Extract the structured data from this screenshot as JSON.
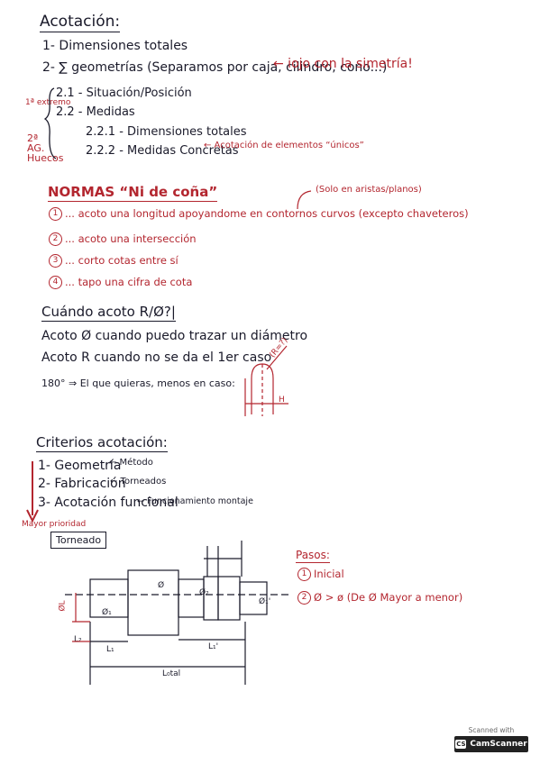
{
  "title": "Acotación:",
  "items1": [
    "1- Dimensiones totales",
    "2- ∑ geometrías (Separamos por caja, cilindro, cono...)"
  ],
  "arrow_note": "← iojo con la simetría!",
  "brace_left": [
    "1ª extremo",
    "2ª AG. Huecos"
  ],
  "sub": [
    "2.1 - Situación/Posición",
    "2.2 - Medidas",
    "2.2.1 - Dimensiones totales",
    "2.2.2 - Medidas Concretas"
  ],
  "sub_note": "← Acotación de elementos “únicos”",
  "normas": {
    "title": "NORMAS “Ni de coña”",
    "top_note": "(Solo en aristas/planos)",
    "items": [
      {
        "num": "1",
        "text": "... acoto una longitud apoyandome en contornos curvos (excepto chaveteros)"
      },
      {
        "num": "2",
        "text": "... acoto una intersección"
      },
      {
        "num": "3",
        "text": "... corto cotas entre sí"
      },
      {
        "num": "4",
        "text": "... tapo una cifra de cota"
      }
    ]
  },
  "cuando": {
    "title": "Cuándo acoto R/Ø?|",
    "lines": [
      "Acoto Ø cuando puedo trazar un diámetro",
      "Acoto R cuando no se da el 1er caso",
      "180° ⇒ El que quieras, menos en caso:"
    ],
    "fig_labels": {
      "r": "(R=?)",
      "h": "H"
    }
  },
  "criterios": {
    "title": "Criterios acotación:",
    "items": [
      "1- Geometría",
      "2- Fabricación",
      "3- Acotación funcional"
    ],
    "notes": [
      "← Método",
      "← Torneados",
      "← Funcionamiento montaje"
    ],
    "priority": "Mayor prioridad",
    "boxed": "Torneado"
  },
  "pasos": {
    "title": "Pasos:",
    "items": [
      {
        "num": "1",
        "text": "Inicial"
      },
      {
        "num": "2",
        "text": "Ø > ø  (De Ø Mayor a menor)"
      }
    ]
  },
  "drawing_labels": {
    "d1": "Ø₁",
    "d": "Ø",
    "d2": "Ø₂",
    "d3": "Ø₁'",
    "l1": "L₁",
    "l2": "L₂",
    "l3": "L₁'",
    "ltot": "L₀tal",
    "dl": "ØL"
  },
  "scanner": {
    "top": "Scanned with",
    "bottom": "CamScanner",
    "logo": "CS"
  }
}
